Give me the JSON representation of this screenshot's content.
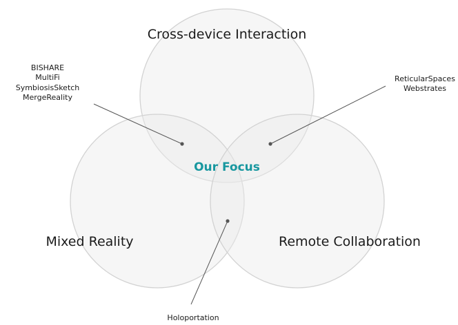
{
  "circles": {
    "top_label": "Cross-device Interaction",
    "left_label": "Mixed Reality",
    "right_label": "Remote Collaboration"
  },
  "focus_label": "Our Focus",
  "annotations": {
    "top_left": [
      "BISHARE",
      "MultiFi",
      "SymbiosisSketch",
      "MergeReality"
    ],
    "top_right": [
      "ReticularSpaces",
      "Webstrates"
    ],
    "bottom": [
      "Holoportation"
    ]
  }
}
